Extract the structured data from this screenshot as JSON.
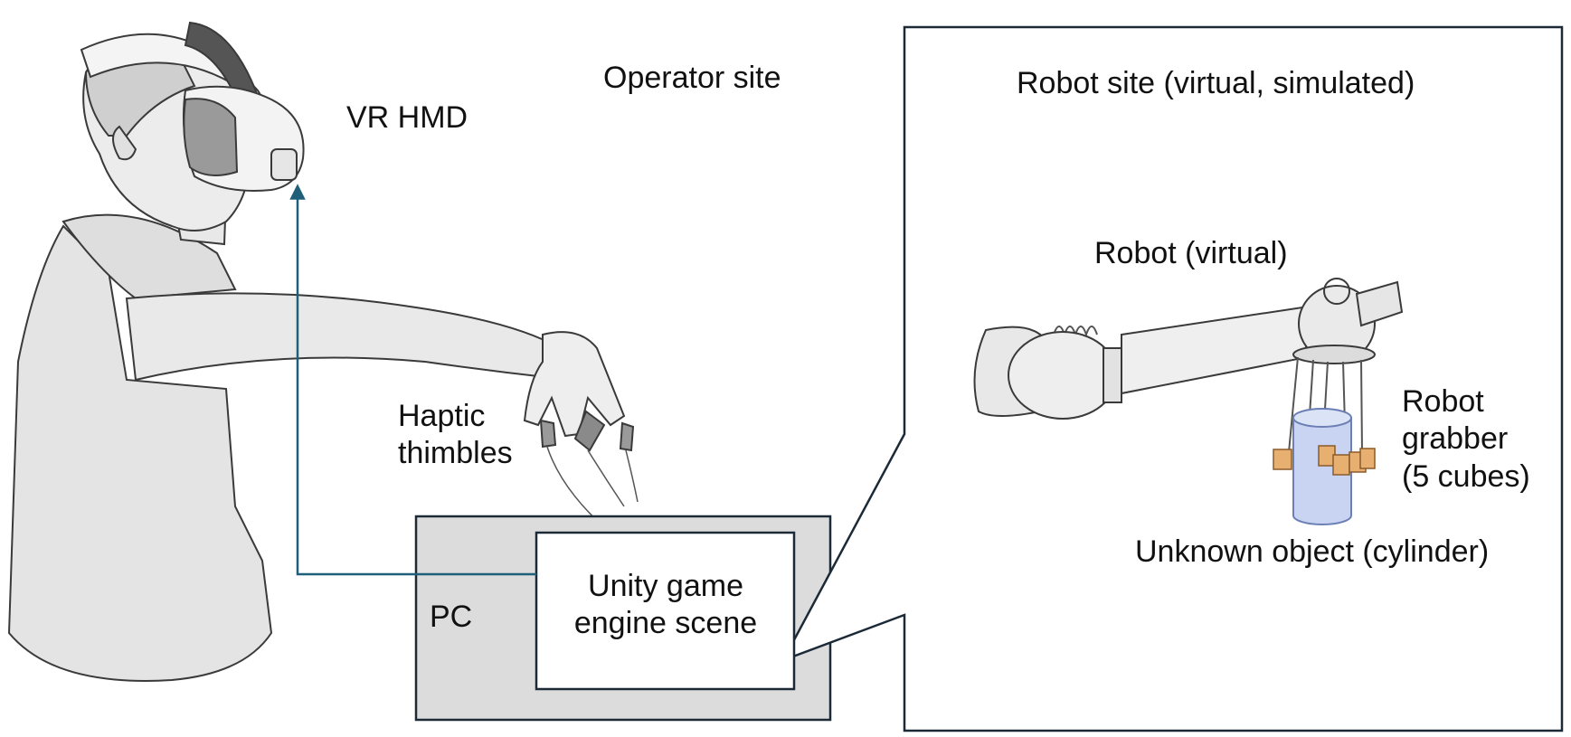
{
  "labels": {
    "operator_site": "Operator site",
    "robot_site": "Robot site (virtual, simulated)",
    "vr_hmd": "VR HMD",
    "haptic_thimbles": "Haptic\nthimbles",
    "pc": "PC",
    "unity_scene": "Unity game\nengine scene",
    "robot_virtual": "Robot (virtual)",
    "robot_grabber": "Robot\ngrabber\n(5 cubes)",
    "unknown_object": "Unknown object (cylinder)"
  },
  "colors": {
    "connector": "#1f5f7a",
    "box_border": "#1b2a36",
    "pc_fill": "#dcdcdc",
    "skin_gray": "#e6e6e6",
    "cube_fill": "#e8b070",
    "cylinder_fill": "#c8d4f2"
  },
  "icons": [
    "operator-illustration",
    "vr-headset-icon",
    "robot-arm-illustration",
    "cylinder-object",
    "gripper-cubes"
  ]
}
